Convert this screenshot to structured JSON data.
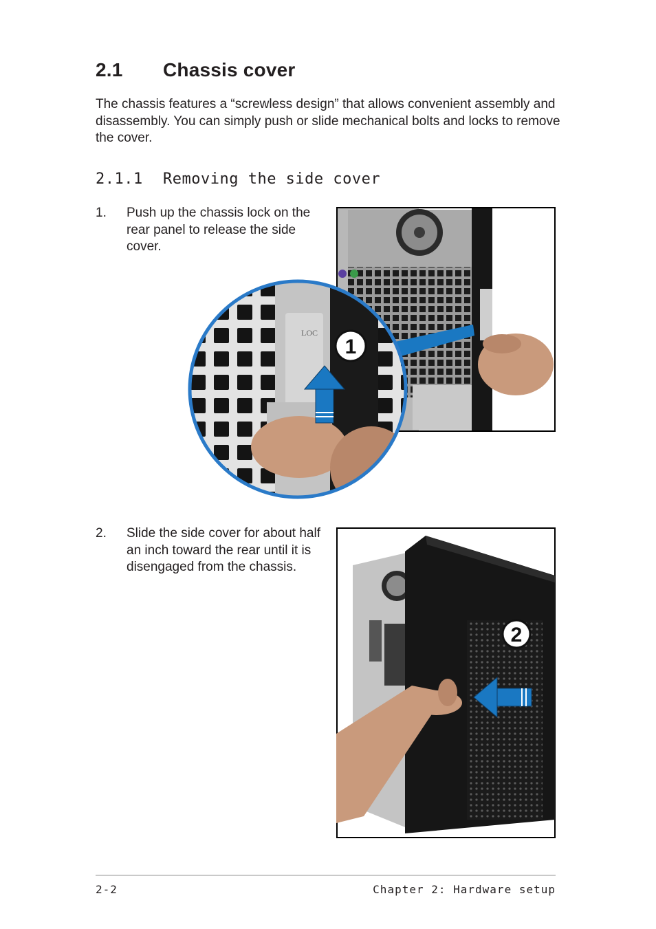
{
  "section": {
    "number": "2.1",
    "title": "Chassis cover"
  },
  "intro": "The chassis features a “screwless design” that allows convenient assembly and disassembly. You can simply push or slide mechanical bolts and locks to remove the cover.",
  "subsection": {
    "number": "2.1.1",
    "title": "Removing the side cover"
  },
  "steps": [
    {
      "num": "1.",
      "text": "Push up the chassis lock on the rear panel to release the side cover."
    },
    {
      "num": "2.",
      "text": "Slide the side cover for about half an inch toward the rear until it is disengaged from the chassis."
    }
  ],
  "figures": {
    "fig1": {
      "callout": "1",
      "lock_label": "LOC"
    },
    "fig2": {
      "callout": "2"
    }
  },
  "footer": {
    "page": "2-2",
    "chapter": "Chapter 2:  Hardware setup"
  },
  "colors": {
    "arrow_blue": "#1a78c2",
    "circle_blue": "#2a7ac8",
    "chassis_black": "#161616"
  }
}
